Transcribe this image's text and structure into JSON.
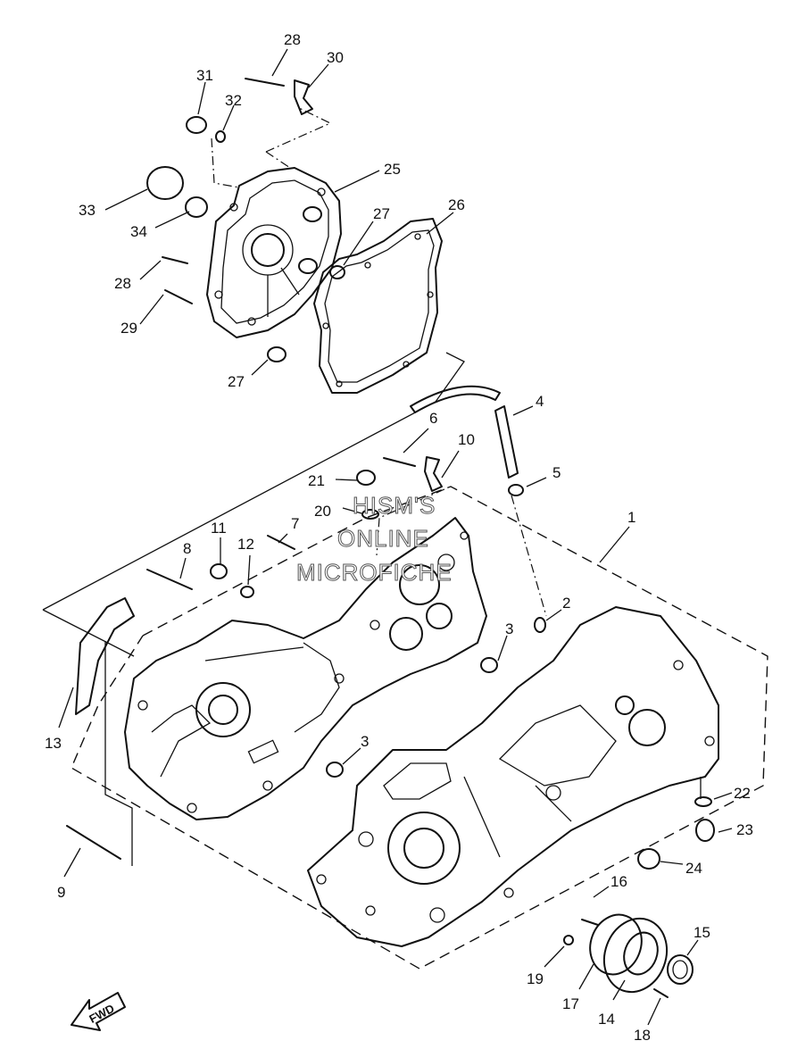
{
  "watermark": [
    "HISM'S",
    "ONLINE",
    "MICROFICHE"
  ],
  "direction_label": "FWD",
  "callouts": [
    "1",
    "2",
    "3",
    "3",
    "4",
    "5",
    "6",
    "7",
    "8",
    "9",
    "10",
    "11",
    "12",
    "13",
    "14",
    "15",
    "16",
    "17",
    "18",
    "19",
    "20",
    "21",
    "22",
    "23",
    "24",
    "25",
    "26",
    "27",
    "27",
    "28",
    "28",
    "29",
    "30",
    "31",
    "32",
    "33",
    "34"
  ]
}
